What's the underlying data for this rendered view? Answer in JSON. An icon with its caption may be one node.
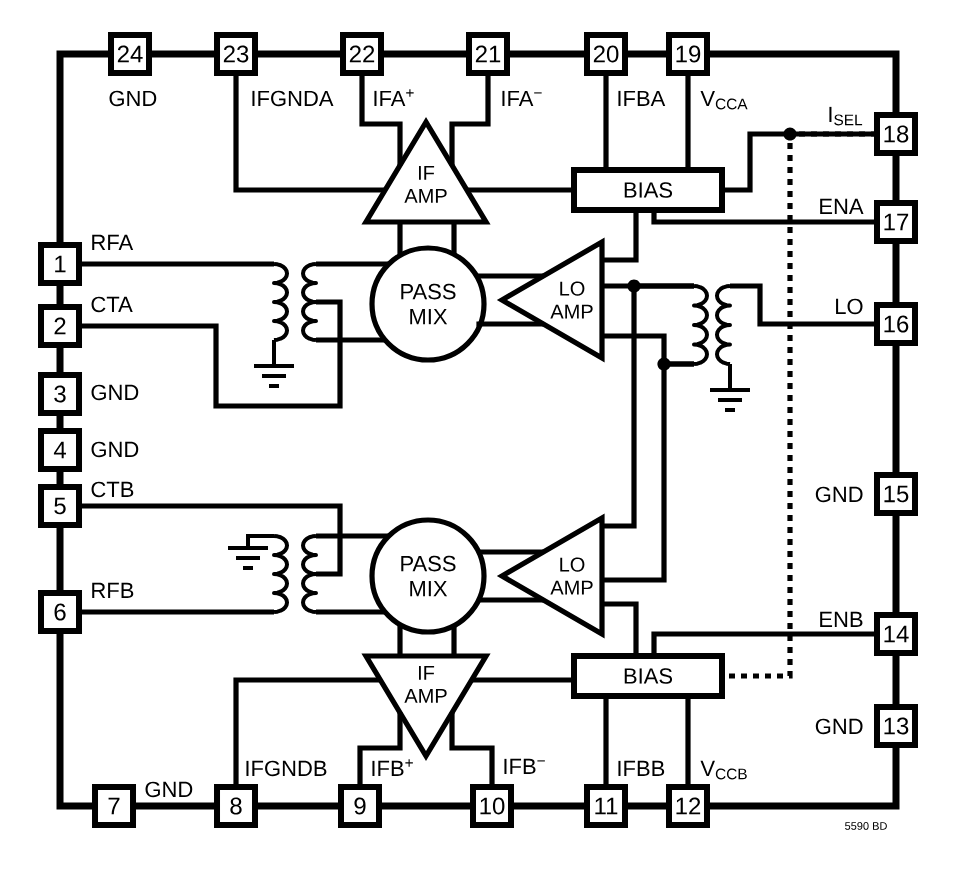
{
  "diagram": {
    "nodes": [
      {
        "text": [
          "1"
        ],
        "beside": [
          "RFA"
        ]
      },
      {
        "text": [
          "2"
        ],
        "beside": [
          "CTA"
        ]
      },
      {
        "text": [
          "3"
        ],
        "beside": [
          "GND"
        ]
      },
      {
        "text": [
          "4"
        ],
        "beside": [
          "GND"
        ]
      },
      {
        "text": [
          "5"
        ],
        "beside": [
          "CTB"
        ]
      },
      {
        "text": [
          "6"
        ],
        "beside": [
          "RFB"
        ]
      },
      {
        "text": [
          "7"
        ],
        "beside": [
          "GND"
        ]
      },
      {
        "text": [
          "8"
        ],
        "beside": [
          "IFGNDB"
        ]
      },
      {
        "text": [
          "9"
        ],
        "beside": [
          "IFB$^{+}$"
        ]
      },
      {
        "text": [
          "10"
        ],
        "beside": [
          "IFB$^{−}$"
        ]
      },
      {
        "text": [
          "11"
        ],
        "beside": [
          "IFBB"
        ]
      },
      {
        "text": [
          "12"
        ],
        "beside": [
          "V$_{CCB}$"
        ]
      },
      {
        "text": [
          "13"
        ],
        "beside": [
          "GND"
        ]
      },
      {
        "text": [
          "14"
        ],
        "beside": [
          "ENB"
        ]
      },
      {
        "text": [
          "15"
        ],
        "beside": [
          "GND"
        ]
      },
      {
        "text": [
          "16"
        ],
        "beside": [
          "LO"
        ]
      },
      {
        "text": [
          "17"
        ],
        "beside": [
          "ENA"
        ]
      },
      {
        "text": [
          "18"
        ],
        "beside": [
          "I$_{SEL}$"
        ]
      },
      {
        "text": [
          "19"
        ],
        "beside": [
          "V$_{CCA}$"
        ]
      },
      {
        "text": [
          "20"
        ],
        "beside": [
          "IFBA"
        ]
      },
      {
        "text": [
          "21"
        ],
        "beside": [
          "IFA$^{−}$"
        ]
      },
      {
        "text": [
          "22"
        ],
        "beside": [
          "IFA$^{+}$"
        ]
      },
      {
        "text": [
          "23"
        ],
        "beside": [
          "IFGNDA"
        ]
      },
      {
        "text": [
          "24"
        ],
        "beside": [
          "GND"
        ]
      },
      {
        "text": [
          "IF AMP"
        ]
      },
      {
        "text": [
          "BIAS"
        ]
      },
      {
        "text": [],
        "shape": "transformer"
      },
      {
        "text": [
          "PASS MIX"
        ]
      },
      {
        "text": [
          "LO AMP"
        ]
      },
      {
        "text": [],
        "shape": "transformer"
      },
      {
        "text": [],
        "shape": "transformer"
      },
      {
        "text": [
          "PASS MIX"
        ]
      },
      {
        "text": [
          "LO AMP"
        ]
      },
      {
        "text": [
          "IF AMP"
        ]
      },
      {
        "text": [
          "BIAS"
        ]
      }
    ],
    "edges": [
      {
        "from": 0,
        "to": 26,
        "arrow": "none"
      },
      {
        "from": 1,
        "to": 26,
        "arrow": "none"
      },
      {
        "from": 26,
        "to": 27,
        "arrow": "none"
      },
      {
        "from": 26,
        "to": 27,
        "arrow": "none"
      },
      {
        "from": 27,
        "to": 24,
        "arrow": "none"
      },
      {
        "from": 27,
        "to": 24,
        "arrow": "none"
      },
      {
        "from": 22,
        "to": 24,
        "arrow": "none"
      },
      {
        "from": 21,
        "to": 24,
        "arrow": "none"
      },
      {
        "from": 20,
        "to": 24,
        "arrow": "none"
      },
      {
        "from": 25,
        "to": 24,
        "arrow": "none"
      },
      {
        "from": 19,
        "to": 25,
        "arrow": "none"
      },
      {
        "from": 18,
        "to": 25,
        "arrow": "none"
      },
      {
        "from": 17,
        "to": 25,
        "arrow": "none"
      },
      {
        "from": 16,
        "to": 25,
        "arrow": "none"
      },
      {
        "from": 25,
        "to": 28,
        "arrow": "none"
      },
      {
        "from": 28,
        "to": 27,
        "arrow": "none"
      },
      {
        "from": 28,
        "to": 27,
        "arrow": "none"
      },
      {
        "from": 15,
        "to": 29,
        "arrow": "none"
      },
      {
        "from": 29,
        "to": 28,
        "arrow": "none"
      },
      {
        "from": 29,
        "to": 28,
        "arrow": "none"
      },
      {
        "from": 29,
        "to": 32,
        "arrow": "none"
      },
      {
        "from": 29,
        "to": 32,
        "arrow": "none"
      },
      {
        "from": 4,
        "to": 30,
        "arrow": "none"
      },
      {
        "from": 5,
        "to": 30,
        "arrow": "none"
      },
      {
        "from": 30,
        "to": 31,
        "arrow": "none"
      },
      {
        "from": 30,
        "to": 31,
        "arrow": "none"
      },
      {
        "from": 32,
        "to": 31,
        "arrow": "none"
      },
      {
        "from": 32,
        "to": 31,
        "arrow": "none"
      },
      {
        "from": 31,
        "to": 33,
        "arrow": "none"
      },
      {
        "from": 31,
        "to": 33,
        "arrow": "none"
      },
      {
        "from": 7,
        "to": 33,
        "arrow": "none"
      },
      {
        "from": 8,
        "to": 33,
        "arrow": "none"
      },
      {
        "from": 9,
        "to": 33,
        "arrow": "none"
      },
      {
        "from": 34,
        "to": 33,
        "arrow": "none"
      },
      {
        "from": 34,
        "to": 32,
        "arrow": "none"
      },
      {
        "from": 13,
        "to": 34,
        "arrow": "none"
      },
      {
        "from": 34,
        "to": 10,
        "arrow": "none"
      },
      {
        "from": 34,
        "to": 11,
        "arrow": "none"
      },
      {
        "from": 17,
        "to": 34,
        "arrow": "none",
        "style": "dashed"
      }
    ],
    "labels": [
      "5590 BD"
    ]
  }
}
